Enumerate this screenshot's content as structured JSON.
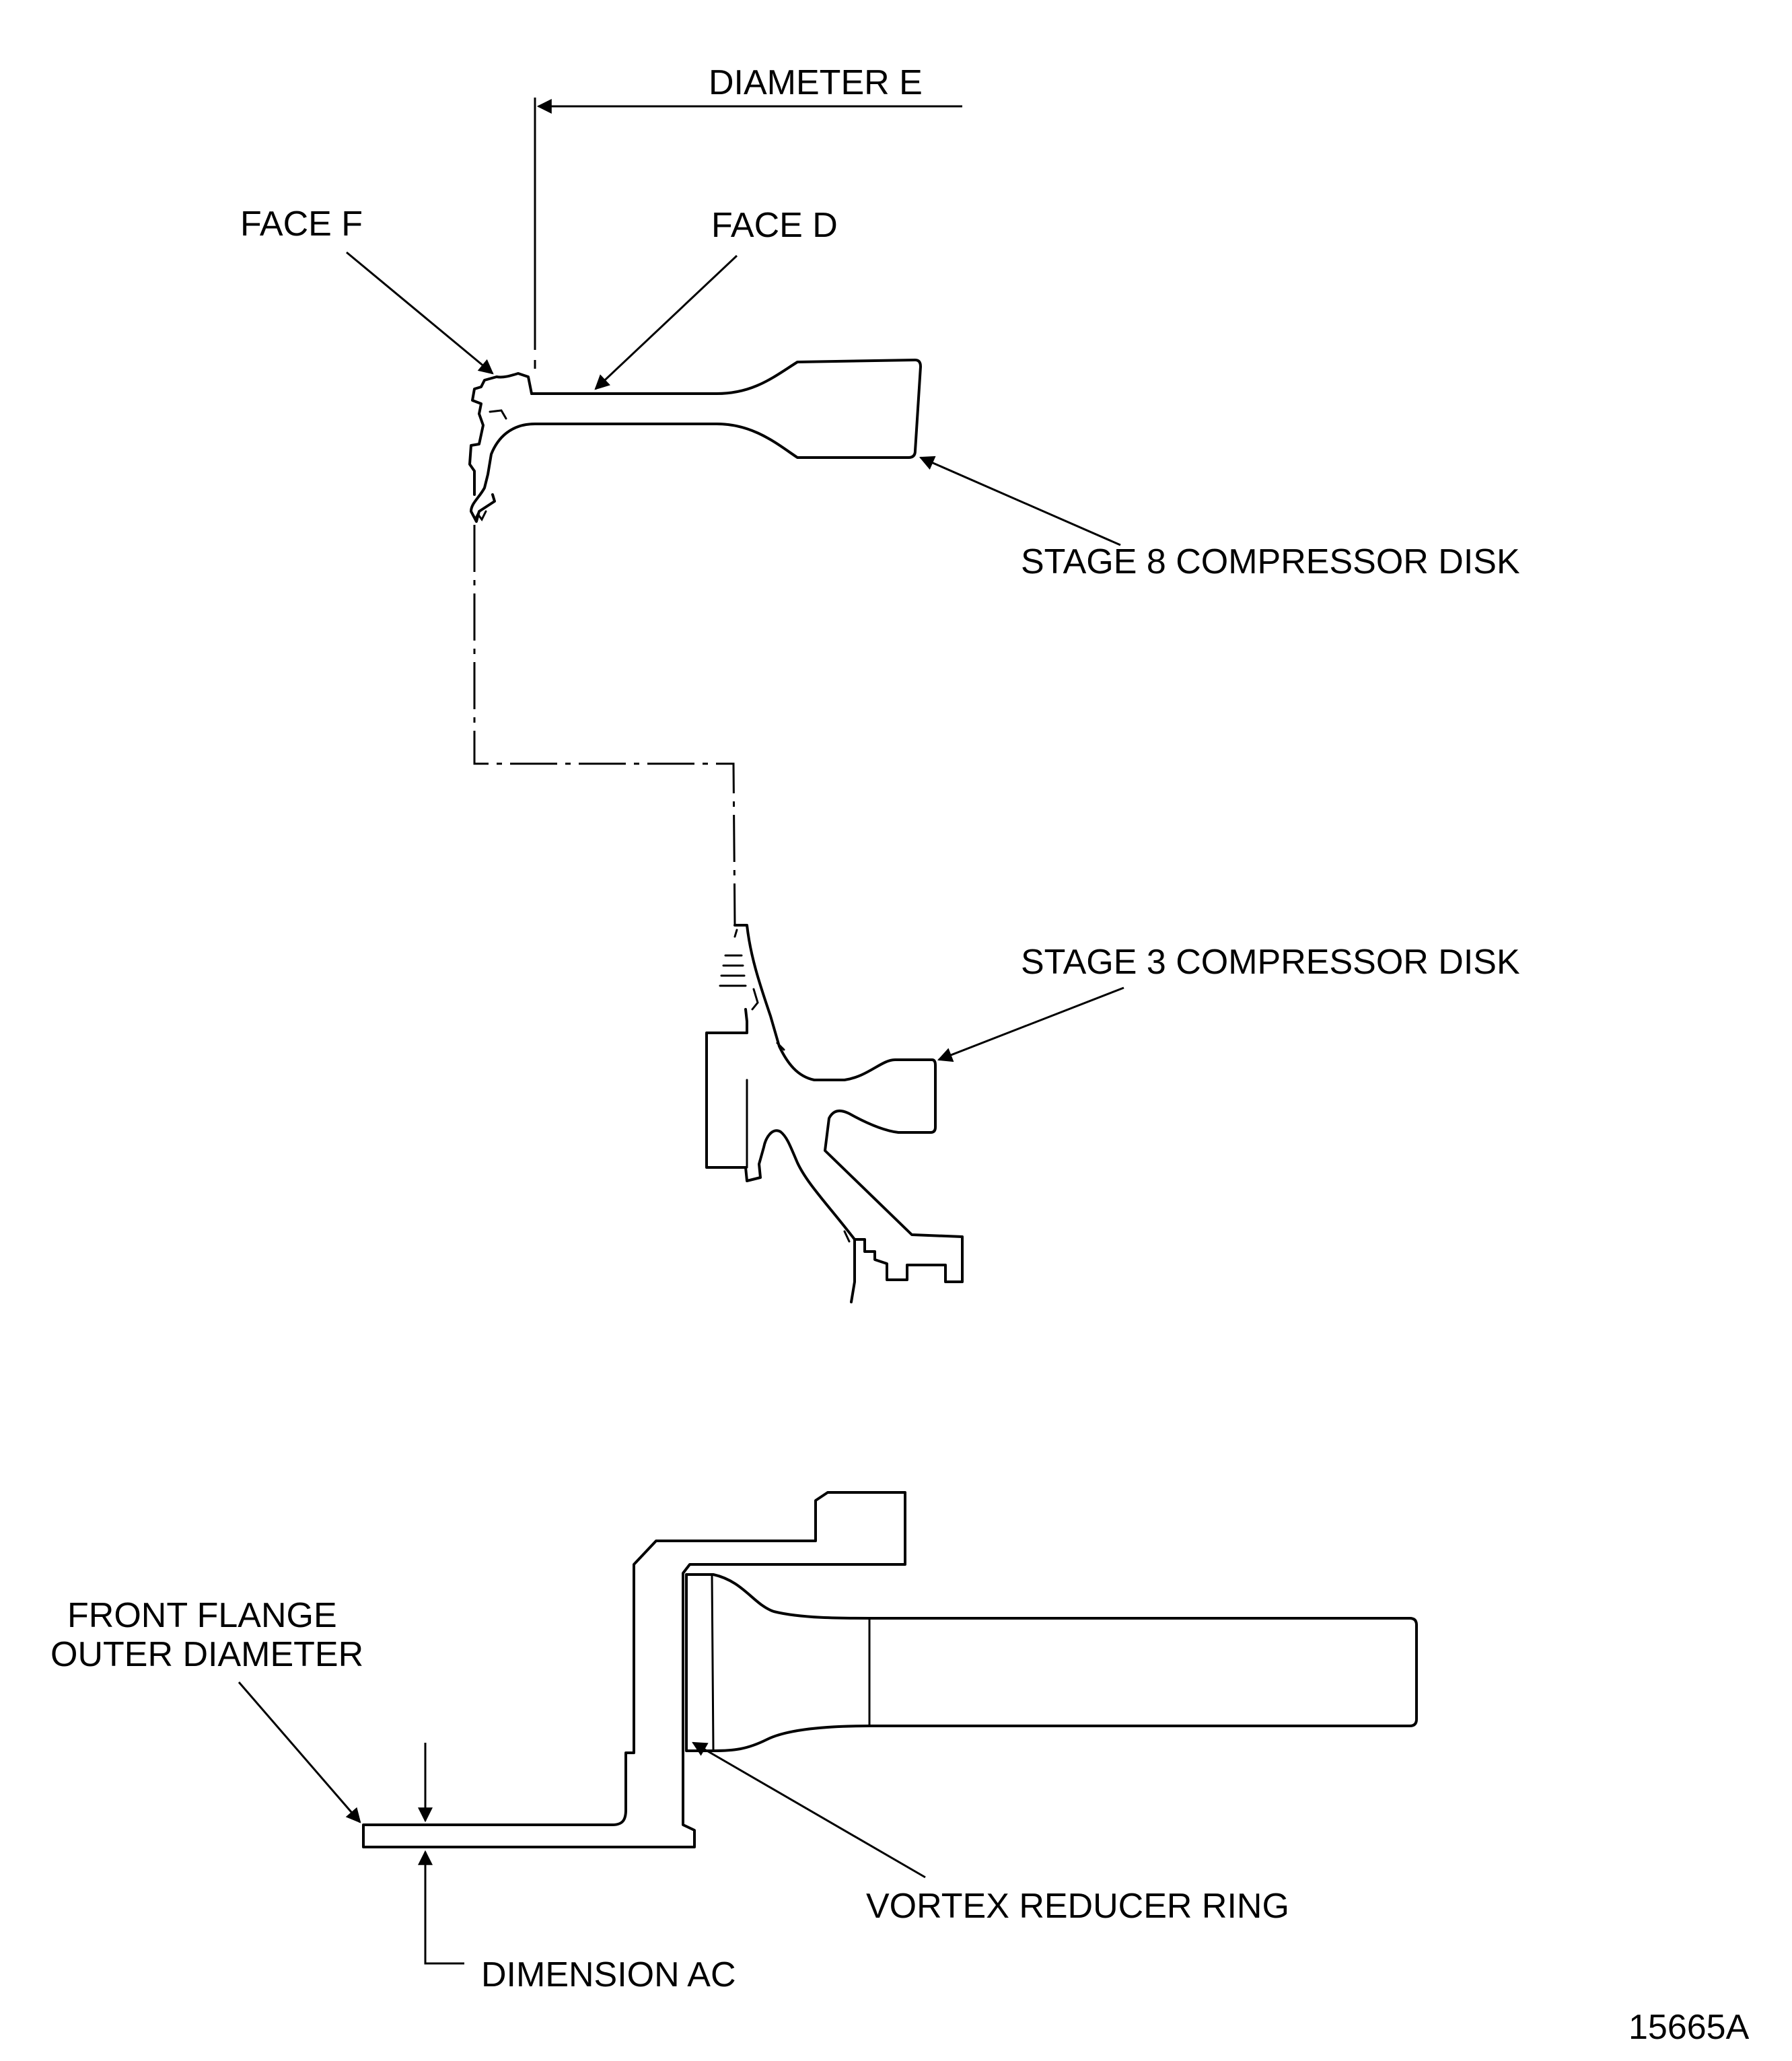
{
  "labels": {
    "diameter_e": "DIAMETER E",
    "face_f": "FACE F",
    "face_d": "FACE D",
    "stage8": "STAGE 8 COMPRESSOR DISK",
    "stage3": "STAGE 3 COMPRESSOR DISK",
    "front_flange_line1": "FRONT FLANGE",
    "front_flange_line2": "OUTER DIAMETER",
    "vortex": "VORTEX REDUCER RING",
    "dimension_ac": "DIMENSION AC",
    "figure_number": "15665A"
  },
  "colors": {
    "ink": "#000000",
    "background": "#ffffff"
  }
}
